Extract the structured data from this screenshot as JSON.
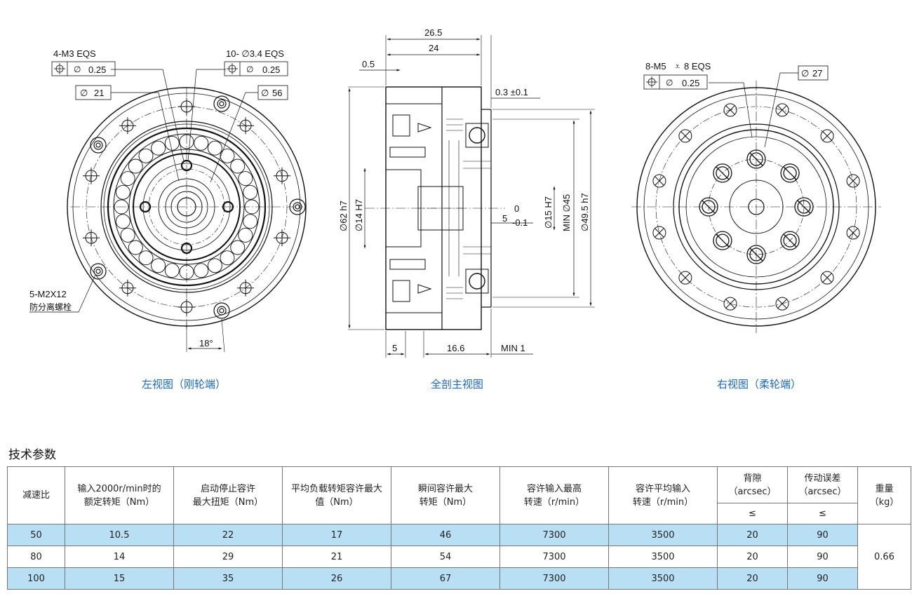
{
  "views": {
    "left": {
      "caption": "左视图（刚轮端）",
      "callouts": {
        "thread_holes": "4-M3 EQS",
        "thread_tol": "0.25",
        "thru_holes": "10- ∅3.4 EQS",
        "thru_tol": "0.25",
        "pcd_inner": "21",
        "pcd_outer": "56",
        "screw_line1": "5-M2X12",
        "screw_line2": "防分离螺栓",
        "angle": "18°"
      }
    },
    "front": {
      "caption": "全剖主视图",
      "dims": {
        "total_len": "26.5",
        "body_len": "24",
        "offset": "0.5",
        "gap": "0.3 ±0.1",
        "od": "∅62 h7",
        "id14": "∅14 H7",
        "id15": "∅15 H7",
        "min45": "MIN ∅45",
        "d495": "∅49.5 h7",
        "depth_upper": "0",
        "depth_main": "5",
        "depth_lower": "-0.1",
        "flange": "5",
        "len166": "16.6",
        "min1": "MIN 1"
      }
    },
    "right": {
      "caption": "右视图（柔轮端）",
      "callouts": {
        "thread": "8-M5",
        "depth": "8 EQS",
        "thread_tol": "0.25",
        "pcd": "27"
      }
    }
  },
  "table": {
    "title": "技术参数",
    "headers": {
      "ratio": "减速比",
      "rated_torque": [
        "输入2000r/min时的",
        "额定转矩（Nm）"
      ],
      "start_stop": [
        "启动停止容许",
        "最大扭矩（Nm）"
      ],
      "avg_load": [
        "平均负载转矩容许最大",
        "值（Nm）"
      ],
      "momentary": [
        "瞬间容许最大",
        "转矩（Nm）"
      ],
      "max_speed": [
        "容许输入最高",
        "转速（r/min）"
      ],
      "avg_speed": [
        "容许平均输入",
        "转速（r/min）"
      ],
      "backlash": [
        "背隙",
        "（arcsec）"
      ],
      "trans_err": [
        "传动误差",
        "（arcsec）"
      ],
      "weight": [
        "重量",
        "（kg）"
      ],
      "le": "≤"
    },
    "rows": [
      [
        "50",
        "10.5",
        "22",
        "17",
        "46",
        "7300",
        "3500",
        "20",
        "90"
      ],
      [
        "80",
        "14",
        "29",
        "21",
        "54",
        "7300",
        "3500",
        "20",
        "90"
      ],
      [
        "100",
        "15",
        "35",
        "26",
        "67",
        "7300",
        "3500",
        "20",
        "90"
      ]
    ],
    "weight_value": "0.66",
    "highlight_color": "#b9dff5"
  }
}
